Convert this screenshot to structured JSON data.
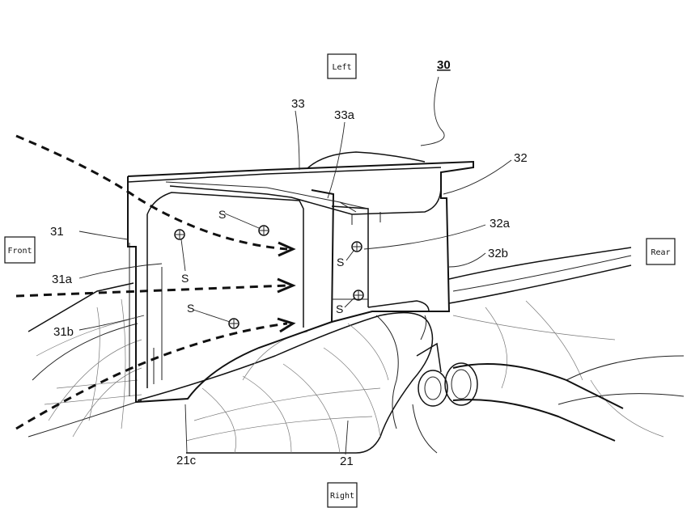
{
  "directions": {
    "left": "Left",
    "right": "Right",
    "front": "Front",
    "rear": "Rear"
  },
  "labels": {
    "assembly": "30",
    "part_31": "31",
    "part_31a": "31a",
    "part_31b": "31b",
    "part_32": "32",
    "part_32a": "32a",
    "part_32b": "32b",
    "part_33": "33",
    "part_33a": "33a",
    "part_21": "21",
    "part_21c": "21c",
    "screw": "S"
  }
}
